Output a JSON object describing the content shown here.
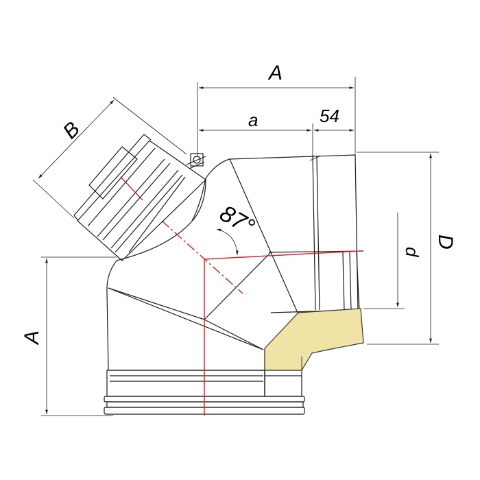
{
  "labels": {
    "dim_A_top": "A",
    "dim_a": "a",
    "dim_54": "54",
    "dim_B": "B",
    "dim_angle": "87°",
    "dim_d": "d",
    "dim_D": "D",
    "dim_A_left": "A"
  },
  "colors": {
    "outline": "#1a1a1a",
    "centerline": "#d8232a",
    "insulation": "#efe3a6",
    "insulation_stroke": "#333333"
  }
}
